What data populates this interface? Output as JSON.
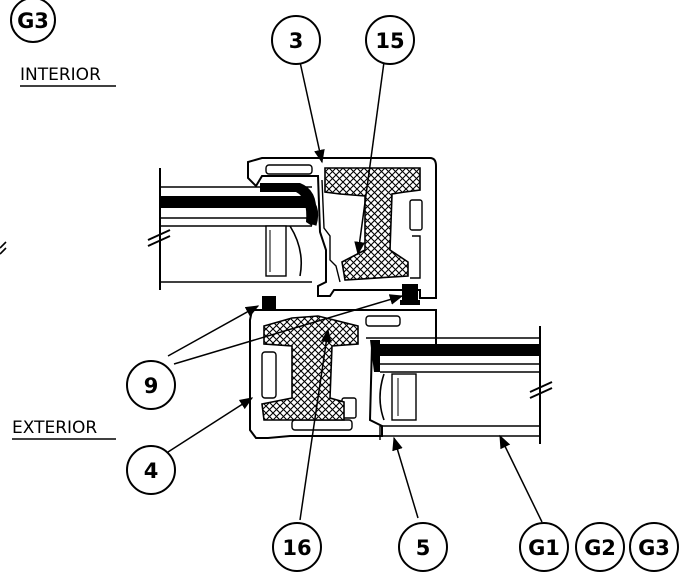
{
  "labels": {
    "interior": "INTERIOR",
    "exterior": "EXTERIOR"
  },
  "callouts": {
    "c3": "3",
    "c15": "15",
    "c9": "9",
    "c4": "4",
    "c16": "16",
    "c5": "5",
    "g1": "G1",
    "g2": "G2",
    "g3": "G3",
    "g3_top": "G3"
  }
}
